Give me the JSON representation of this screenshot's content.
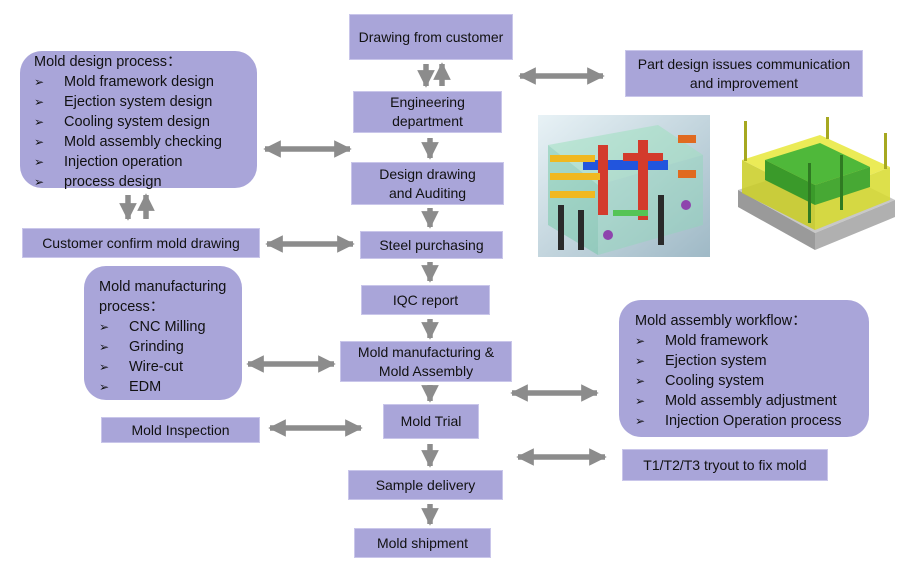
{
  "flow": {
    "drawing_from_customer": "Drawing from customer",
    "engineering_department": "Engineering department",
    "design_drawing_auditing": "Design drawing and Auditing",
    "steel_purchasing": "Steel purchasing",
    "iqc_report": "IQC report",
    "mold_manufacturing_assembly": "Mold manufacturing & Mold  Assembly",
    "mold_trial": "Mold Trial",
    "sample_delivery": "Sample delivery",
    "mold_shipment": "Mold shipment"
  },
  "side": {
    "part_design_issues": "Part design issues communication and improvement",
    "customer_confirm": "Customer confirm mold drawing",
    "mold_inspection": "Mold Inspection",
    "tryout": "T1/T2/T3 tryout to fix mold"
  },
  "mold_design": {
    "title": "Mold design process：",
    "items": [
      "Mold framework design",
      "Ejection system design",
      "Cooling system design",
      "Mold assembly checking",
      "Injection operation",
      "process design"
    ]
  },
  "mold_manufacturing": {
    "title": "Mold manufacturing process：",
    "items": [
      "CNC Milling",
      "Grinding",
      "Wire-cut",
      "EDM"
    ]
  },
  "mold_assembly": {
    "title": "Mold assembly workflow：",
    "items": [
      "Mold framework",
      "Ejection system",
      "Cooling system",
      "Mold assembly adjustment",
      "Injection Operation process"
    ]
  },
  "bullet_glyph": "➢",
  "colors": {
    "box_fill": "#a9a5d9",
    "arrow": "#8c8c8c"
  }
}
